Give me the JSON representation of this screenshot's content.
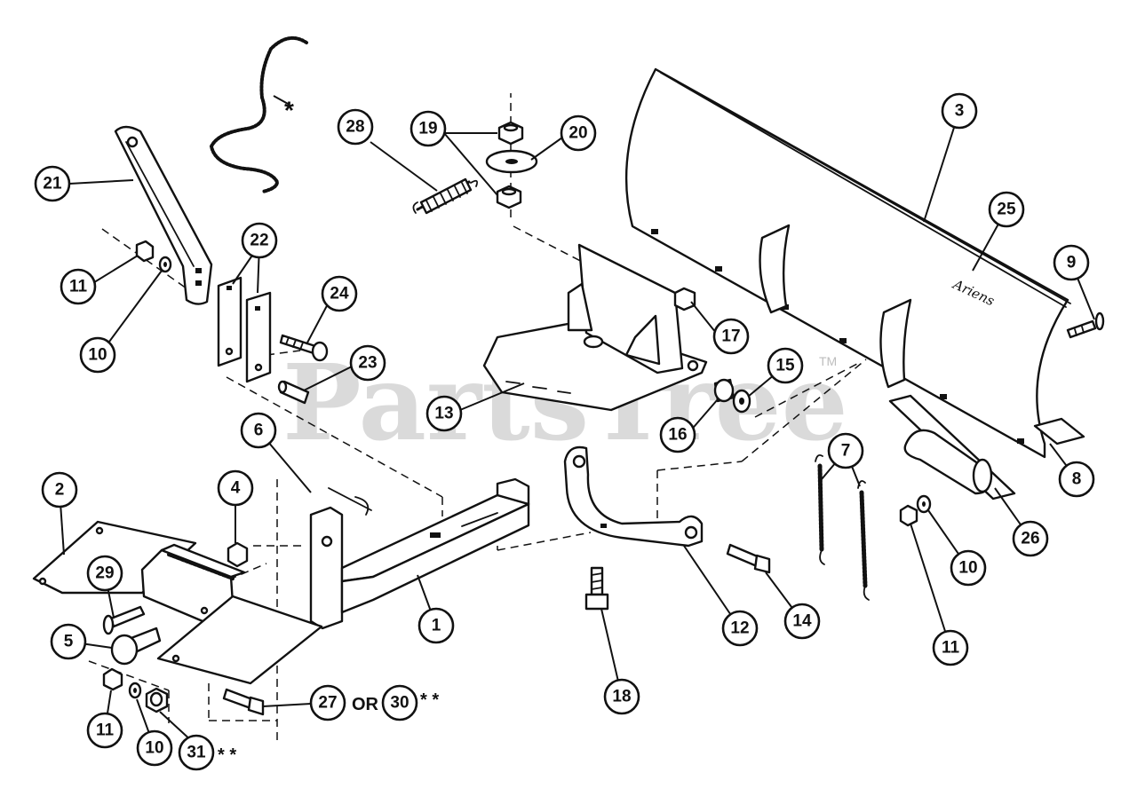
{
  "watermark": {
    "text": "PartsTree",
    "trademark": "TM"
  },
  "blade_brand": "Ariens",
  "callouts": [
    {
      "id": "c1",
      "label": "1"
    },
    {
      "id": "c2",
      "label": "2"
    },
    {
      "id": "c3",
      "label": "3"
    },
    {
      "id": "c4",
      "label": "4"
    },
    {
      "id": "c5",
      "label": "5"
    },
    {
      "id": "c6",
      "label": "6"
    },
    {
      "id": "c7",
      "label": "7"
    },
    {
      "id": "c8",
      "label": "8"
    },
    {
      "id": "c9",
      "label": "9"
    },
    {
      "id": "c10a",
      "label": "10"
    },
    {
      "id": "c10b",
      "label": "10"
    },
    {
      "id": "c10c",
      "label": "10"
    },
    {
      "id": "c11a",
      "label": "11"
    },
    {
      "id": "c11b",
      "label": "11"
    },
    {
      "id": "c11c",
      "label": "11"
    },
    {
      "id": "c12",
      "label": "12"
    },
    {
      "id": "c13",
      "label": "13"
    },
    {
      "id": "c14",
      "label": "14"
    },
    {
      "id": "c15",
      "label": "15"
    },
    {
      "id": "c16",
      "label": "16"
    },
    {
      "id": "c17",
      "label": "17"
    },
    {
      "id": "c18",
      "label": "18"
    },
    {
      "id": "c19",
      "label": "19"
    },
    {
      "id": "c20",
      "label": "20"
    },
    {
      "id": "c21",
      "label": "21"
    },
    {
      "id": "c22",
      "label": "22"
    },
    {
      "id": "c23",
      "label": "23"
    },
    {
      "id": "c24",
      "label": "24"
    },
    {
      "id": "c25",
      "label": "25"
    },
    {
      "id": "c26",
      "label": "26"
    },
    {
      "id": "c27",
      "label": "27"
    },
    {
      "id": "c28",
      "label": "28"
    },
    {
      "id": "c29",
      "label": "29"
    },
    {
      "id": "c30",
      "label": "30"
    },
    {
      "id": "c31",
      "label": "31"
    }
  ],
  "annotations": {
    "or_text": "OR",
    "double_asterisk_a": "* *",
    "double_asterisk_b": "* *",
    "single_asterisk": "*"
  }
}
